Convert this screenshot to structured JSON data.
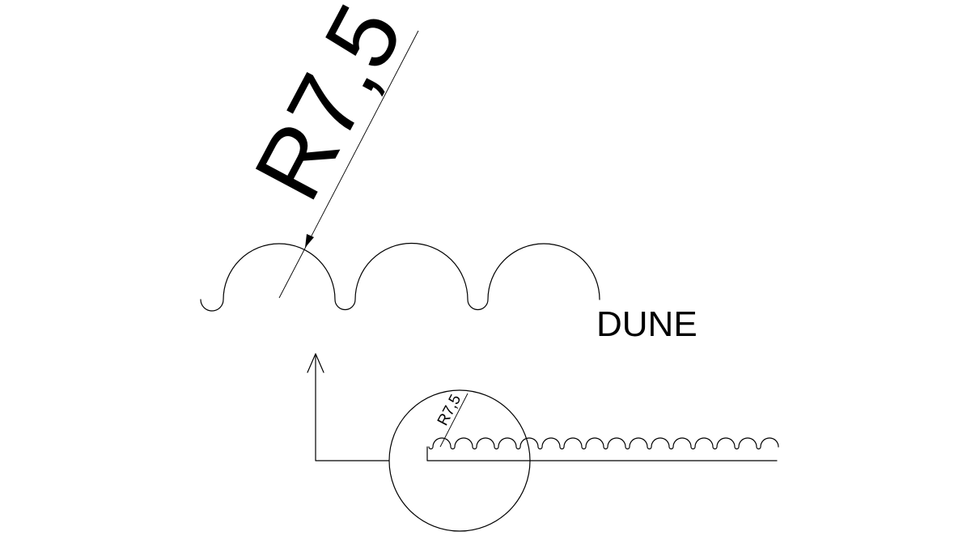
{
  "detail": {
    "dimension_label": "R7,5",
    "profile_label": "DUNE"
  },
  "overview": {
    "dimension_label": "R7,5"
  },
  "colors": {
    "stroke": "#000000",
    "background": "#ffffff"
  }
}
